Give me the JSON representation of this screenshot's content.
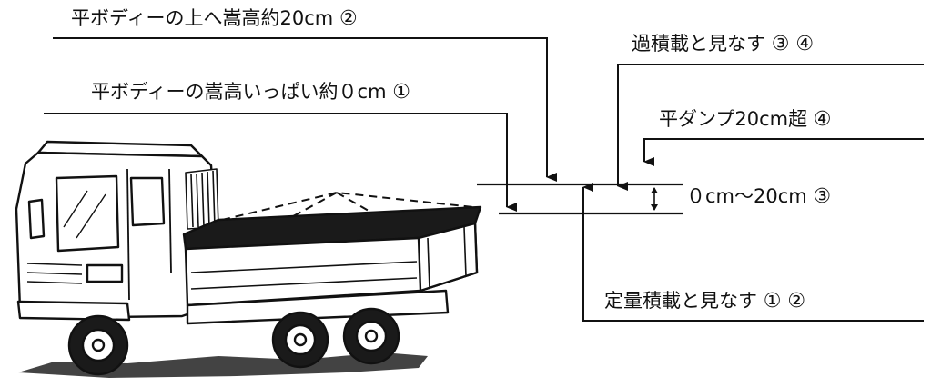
{
  "labels": {
    "flat_body_stake_20": {
      "text": "平ボディーの上へ嵩高約20cm",
      "marks": "②"
    },
    "flat_body_full_0": {
      "text": "平ボディーの嵩高いっぱい約０cm",
      "marks": "①"
    },
    "overload_deemed": {
      "text": "過積載と見なす",
      "marks": "③ ④"
    },
    "flat_dump_over_20": {
      "text": "平ダンプ20cm超",
      "marks": "④"
    },
    "range_0_20": {
      "text": "０cm～20cm",
      "marks": "③"
    },
    "fixed_load_deemed": {
      "text": "定量積載と見なす",
      "marks": "① ②"
    }
  },
  "colors": {
    "line": "#111111",
    "tarp": "#1a1a1a",
    "background": "#ffffff"
  },
  "icons": {
    "truck": "dump-truck-illustration"
  }
}
